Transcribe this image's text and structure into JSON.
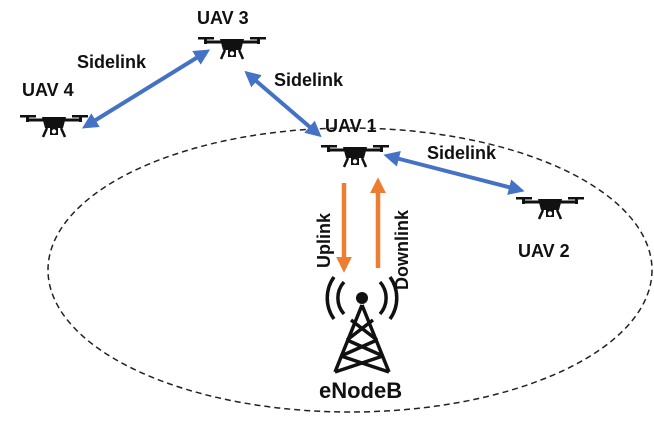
{
  "diagram": {
    "nodes": {
      "uav1": "UAV 1",
      "uav2": "UAV 2",
      "uav3": "UAV 3",
      "uav4": "UAV 4",
      "base_station": "eNodeB"
    },
    "links": {
      "uav4_uav3": "Sidelink",
      "uav3_uav1": "Sidelink",
      "uav1_uav2": "Sidelink",
      "uplink": "Uplink",
      "downlink": "Downlink"
    },
    "colors": {
      "sidelink": "#4472C4",
      "access_link": "#ED7D31",
      "drone": "#111111",
      "coverage": "#222222"
    },
    "icons": [
      "drone-icon",
      "cell-tower-icon"
    ]
  }
}
